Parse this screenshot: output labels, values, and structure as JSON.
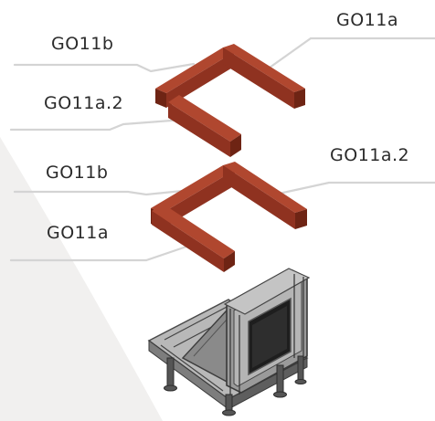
{
  "labels": {
    "top_right": "GO11a",
    "top_left": "GO11b",
    "top_mid_left": "GO11a.2",
    "mid_left": "GO11b",
    "mid_right": "GO11a.2",
    "lower_left": "GO11a"
  },
  "colors": {
    "beam_top": "#b0472f",
    "beam_front": "#8f3220",
    "beam_side": "#6e2414",
    "frame": "#7b7b7b",
    "frame_dark": "#3d3d3d",
    "leader": "#d8d8d8",
    "backdrop": "#f1f0ef"
  }
}
